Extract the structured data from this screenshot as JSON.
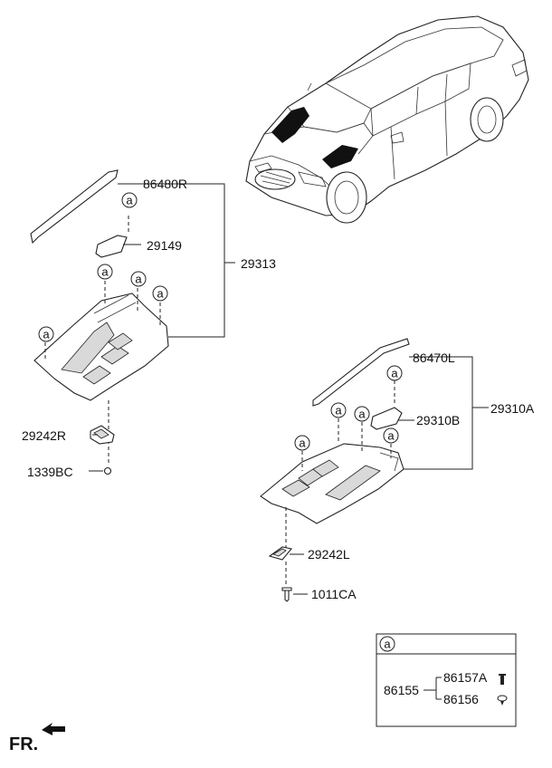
{
  "labels": {
    "p86480R": "86480R",
    "p29149": "29149",
    "p29313": "29313",
    "p29242R": "29242R",
    "p1339BC": "1339BC",
    "p86470L": "86470L",
    "p29310A": "29310A",
    "p29310B": "29310B",
    "p29242L": "29242L",
    "p1011CA": "1011CA"
  },
  "callout_letter": "a",
  "legend": {
    "header": "a",
    "parent": "86155",
    "child1": "86157A",
    "child2": "86156"
  },
  "fr_label": "FR."
}
